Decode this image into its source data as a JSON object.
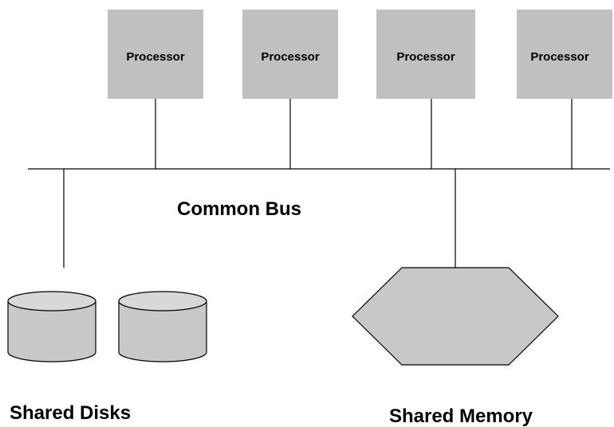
{
  "diagram": {
    "processors": [
      {
        "label": "Processor"
      },
      {
        "label": "Processor"
      },
      {
        "label": "Processor"
      },
      {
        "label": "Processor"
      }
    ],
    "bus_label": "Common Bus",
    "disks_label": "Shared Disks",
    "memory_label": "Shared Memory"
  },
  "colors": {
    "processor_fill": "#c0c0c0",
    "disk_fill": "#c8c8c8",
    "memory_fill": "#c8c8c8",
    "line": "#000000"
  }
}
